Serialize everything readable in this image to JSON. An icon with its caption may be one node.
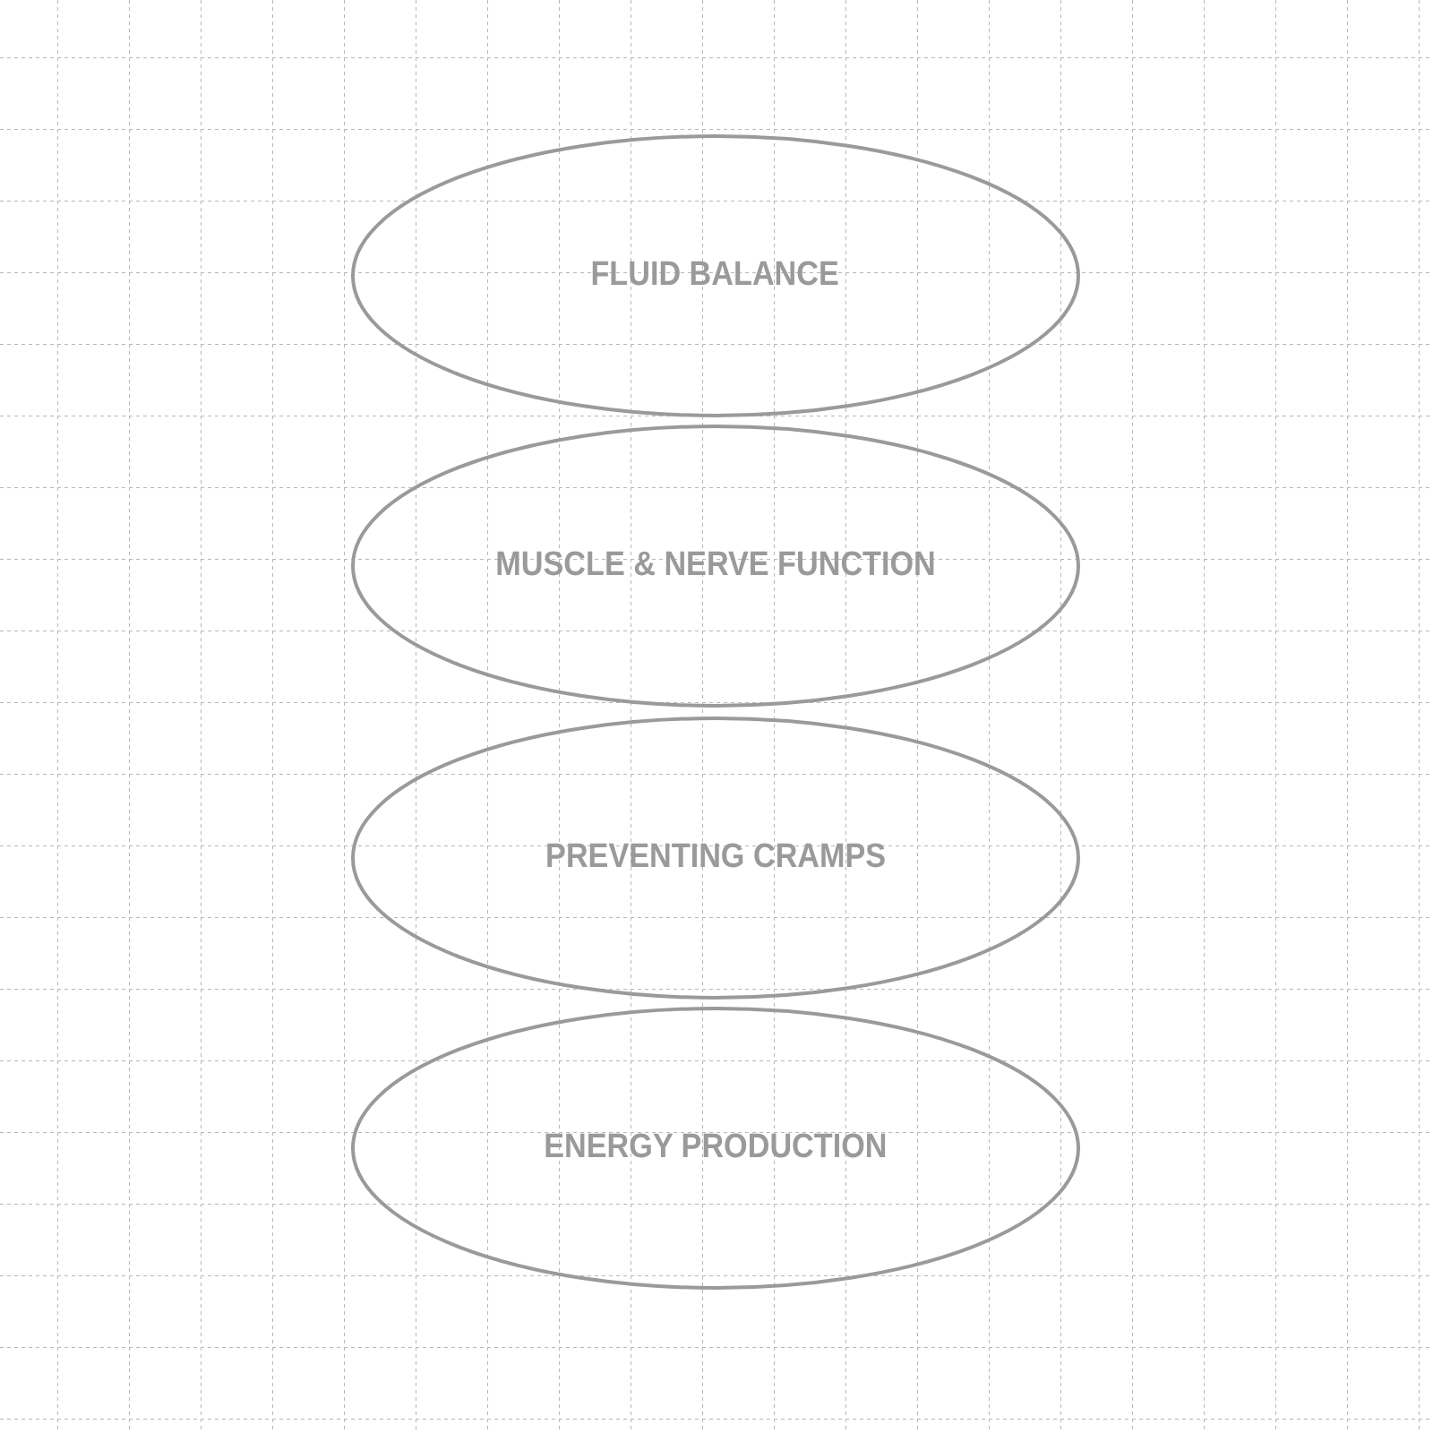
{
  "diagram": {
    "nodes": [
      {
        "text": [
          "FLUID BALANCE"
        ]
      },
      {
        "text": [
          "MUSCLE & NERVE FUNCTION"
        ]
      },
      {
        "text": [
          "PREVENTING CRAMPS"
        ]
      },
      {
        "text": [
          "ENERGY PRODUCTION"
        ]
      }
    ]
  }
}
